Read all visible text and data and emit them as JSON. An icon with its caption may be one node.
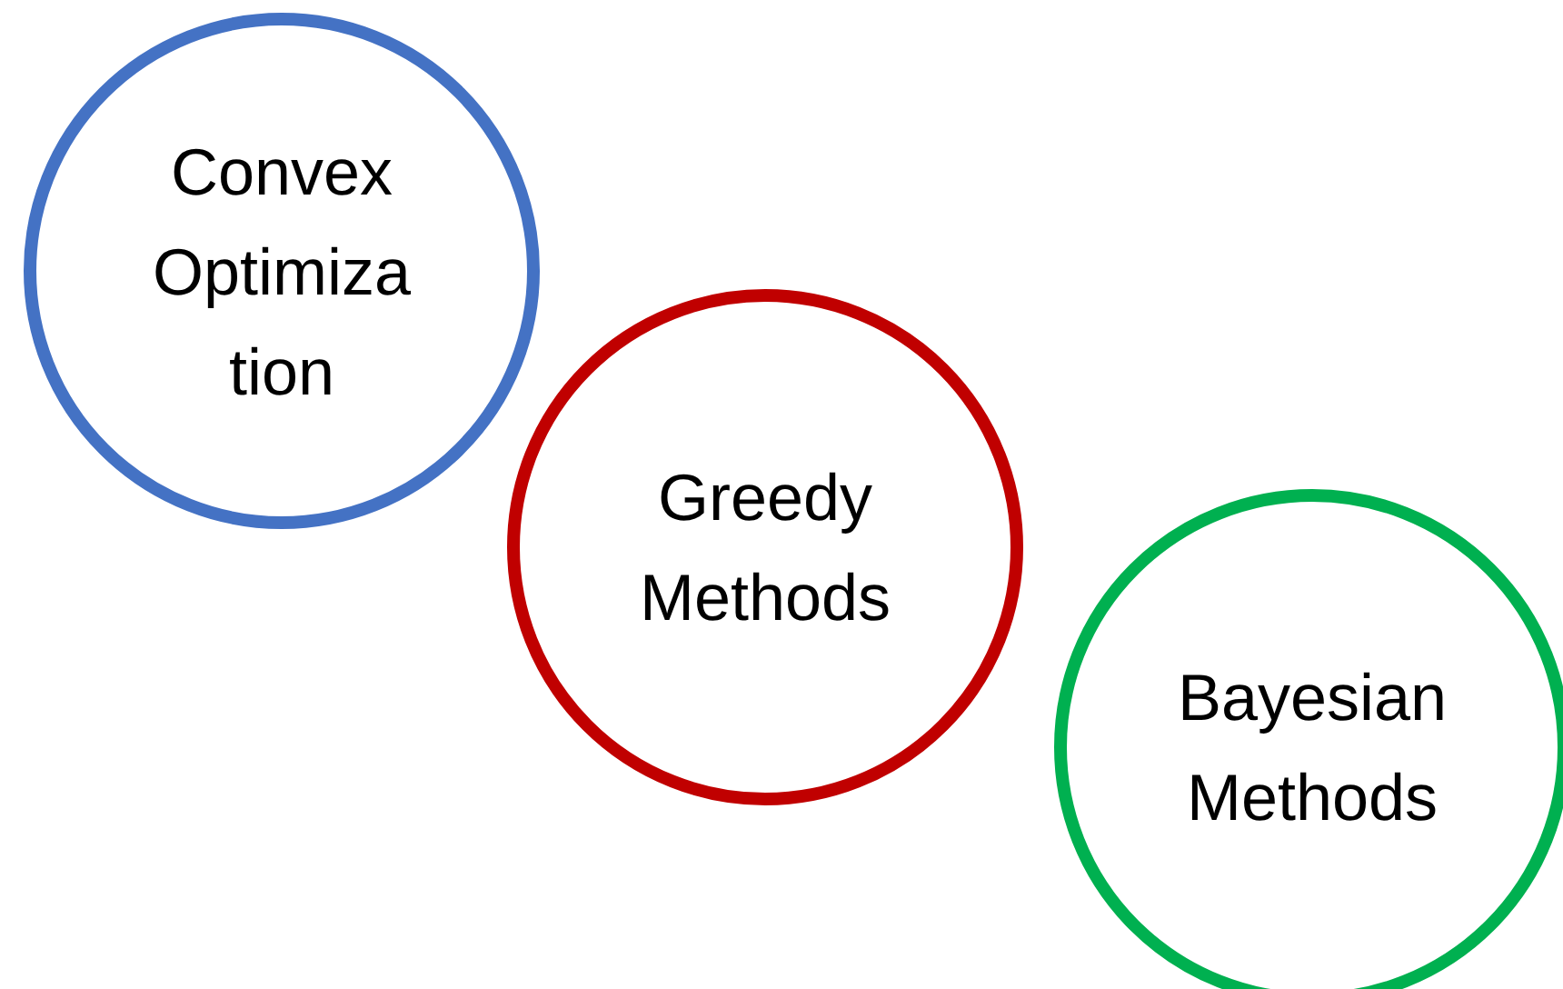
{
  "diagram": {
    "nodes": [
      {
        "text": [
          "Convex Optimiza tion"
        ]
      },
      {
        "text": [
          "Greedy Methods"
        ]
      },
      {
        "text": [
          "Bayesian Methods"
        ]
      }
    ]
  }
}
